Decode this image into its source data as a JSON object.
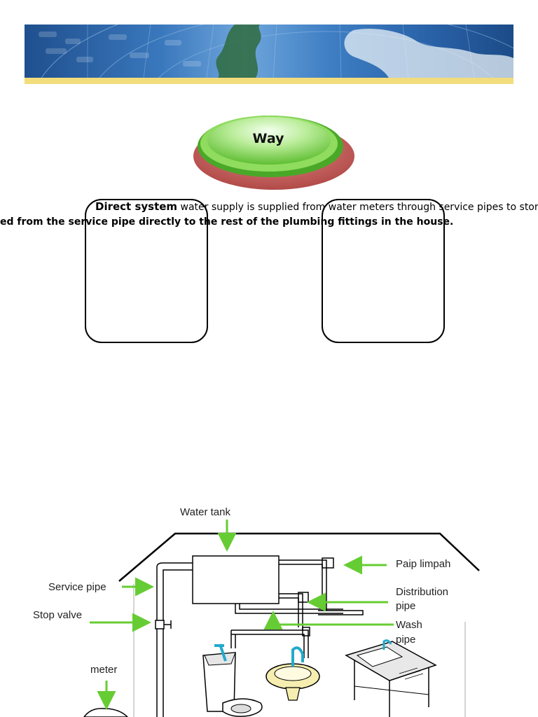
{
  "colors": {
    "banner_blue": "#2a63a9",
    "banner_strip": "#f2dc7c",
    "button_green": "#7cd04a",
    "button_red": "#c0504d",
    "arrow_green": "#66cc33",
    "faucet_cyan": "#22aacc",
    "sink_yellow": "#f5eeb0"
  },
  "banner": {
    "name": "globe-map-banner"
  },
  "way_button": {
    "label": "Way"
  },
  "description": {
    "line1_keyword": "Direct system",
    "line1_text": " water supply is supplied from water meters through service pipes to stora",
    "line2_text": "ed from the service pipe directly to the rest of the plumbing fittings in the house."
  },
  "diagram": {
    "labels": {
      "water_tank": "Water tank",
      "paip_limpah": "Paip limpah",
      "service_pipe": "Service pipe",
      "distribution_1": "Distribution",
      "distribution_2": "pipe",
      "stop_valve": "Stop valve",
      "wash_1": "Wash",
      "wash_2": "pipe",
      "meter": "meter"
    }
  }
}
